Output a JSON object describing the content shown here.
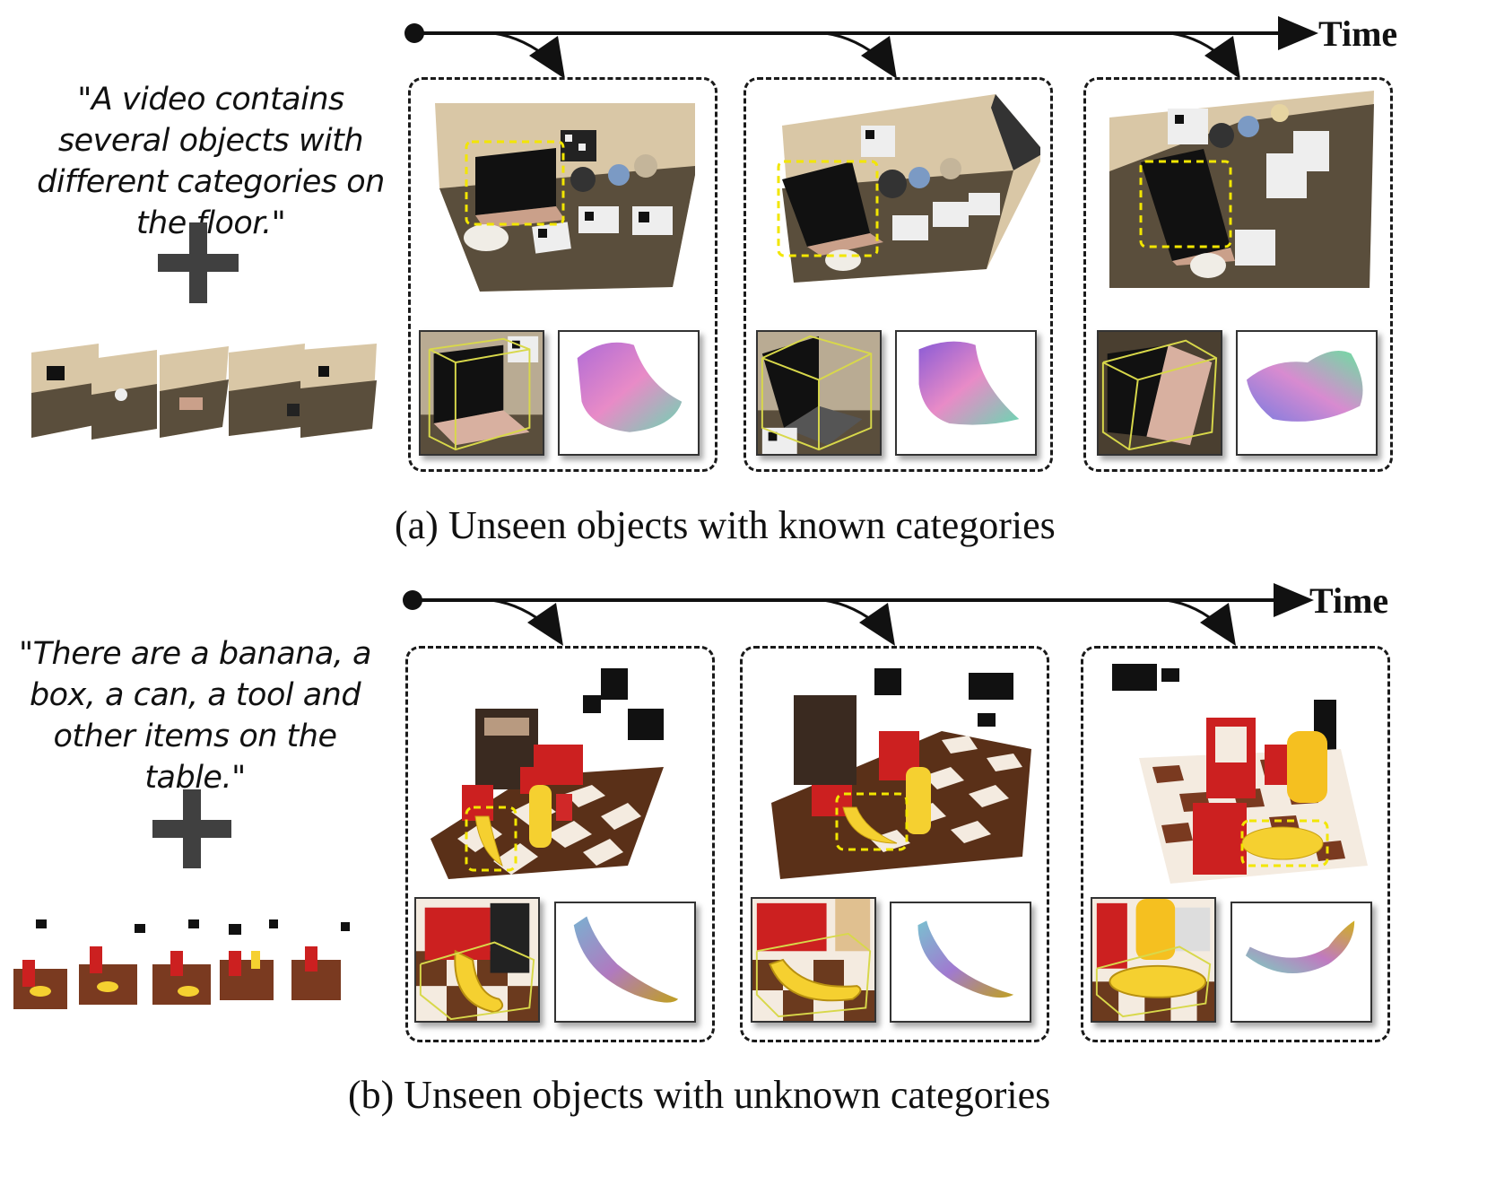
{
  "panel_a": {
    "quote": "\"A video contains  several objects with different categories on the floor.\"",
    "time_label": "Time",
    "caption": "(a) Unseen objects with known categories"
  },
  "panel_b": {
    "quote": "\"There are a banana, a box, a can, a tool and other items on the  table.\"",
    "time_label": "Time",
    "caption": "(b) Unseen objects with unknown categories"
  },
  "colors": {
    "highlight": "#f2e600",
    "bbox": "#d8d84a",
    "plus": "#404040",
    "floor": "#5a4e3c",
    "wall": "#d9c7a6",
    "table_wood": "#6b3a1e"
  },
  "icons": [
    "plus-icon",
    "timeline-arrow-icon",
    "laptop-scene-image",
    "banana-scene-image",
    "point-cloud-image"
  ]
}
